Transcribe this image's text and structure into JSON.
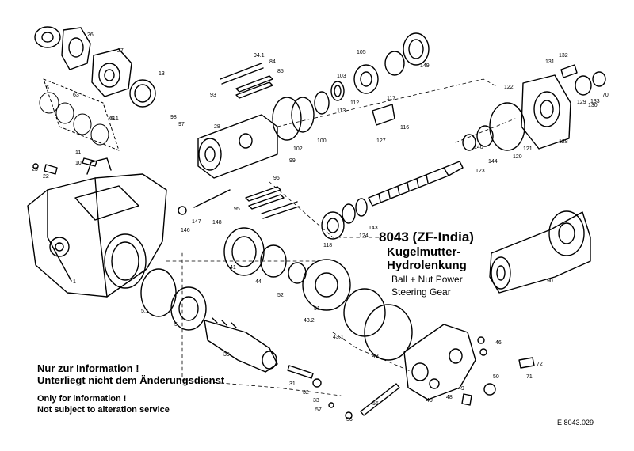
{
  "title": {
    "model": "8043 (ZF-India)",
    "de_line1": "Kugelmutter-",
    "de_line2": "Hydrolenkung",
    "en_line1": "Ball + Nut Power",
    "en_line2": "Steering Gear"
  },
  "notice": {
    "de_line1": "Nur zur  Information !",
    "de_line2": "Unterliegt nicht dem Änderungsdienst",
    "en_line1": "Only for information !",
    "en_line2": "Not subject to alteration service"
  },
  "reference": "E  8043.029",
  "part_labels": [
    "1",
    "5",
    "5.1",
    "6",
    "6.1",
    "11",
    "10",
    "13",
    "22",
    "23",
    "26",
    "27",
    "28",
    "30",
    "31",
    "32",
    "33",
    "40",
    "41",
    "43",
    "43.1",
    "43.2",
    "44",
    "46",
    "48",
    "49",
    "50",
    "51",
    "52",
    "55",
    "56",
    "57",
    "61",
    "63",
    "70",
    "71",
    "72",
    "84",
    "85",
    "90",
    "93",
    "94.1",
    "95",
    "96",
    "97",
    "98",
    "99",
    "100",
    "102",
    "103",
    "105",
    "112",
    "113",
    "116",
    "117",
    "118",
    "120",
    "121",
    "122",
    "123",
    "124",
    "127",
    "128",
    "129",
    "130",
    "131",
    "132",
    "133",
    "140",
    "143",
    "144",
    "146",
    "147",
    "148",
    "149"
  ]
}
